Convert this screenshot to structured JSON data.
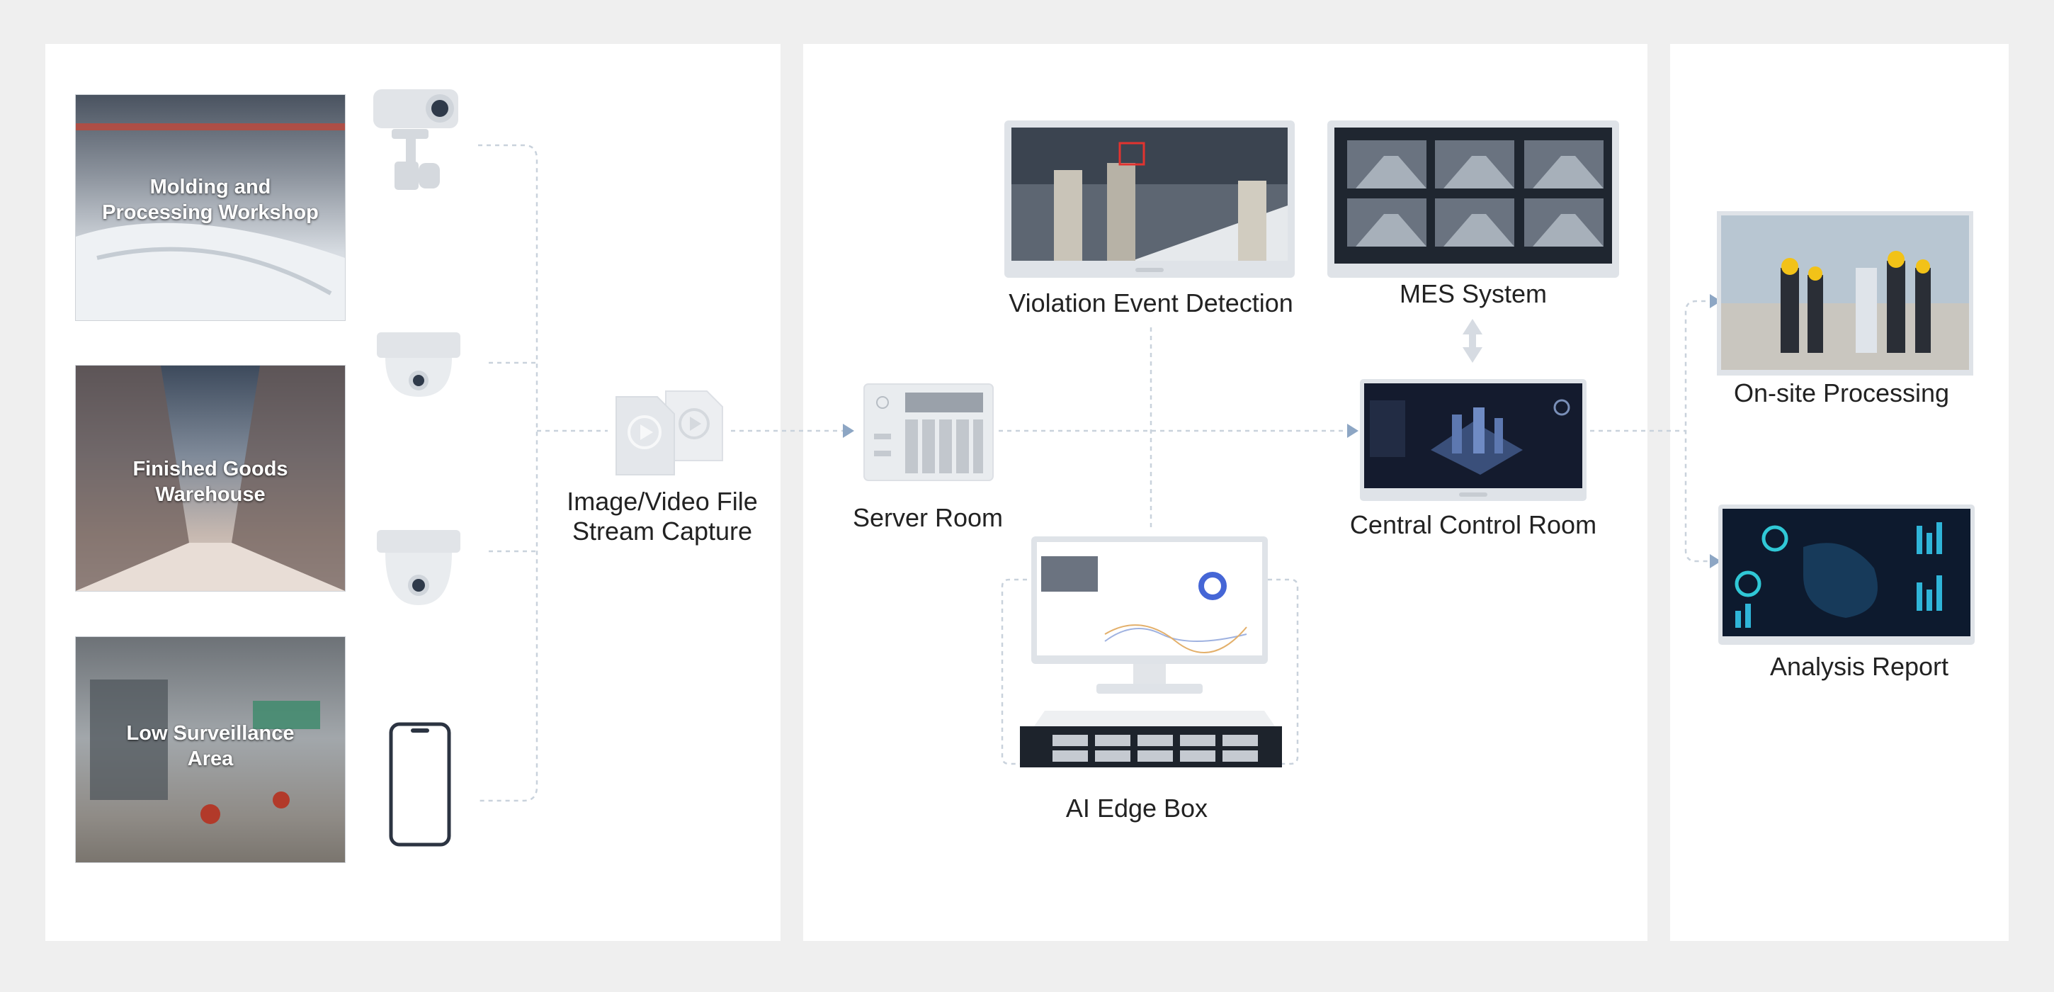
{
  "sources": [
    {
      "id": "molding",
      "label": "Molding and\nProcessing Workshop"
    },
    {
      "id": "warehouse",
      "label": "Finished Goods\nWarehouse"
    },
    {
      "id": "low",
      "label": "Low Surveillance\nArea"
    }
  ],
  "nodes": {
    "capture": "Image/Video File\nStream Capture",
    "server": "Server Room",
    "violation": "Violation Event Detection",
    "mes": "MES System",
    "central": "Central Control Room",
    "edge": "AI Edge Box",
    "onsite": "On-site Processing",
    "report": "Analysis Report"
  },
  "colors": {
    "background": "#efefef",
    "panel": "#ffffff",
    "connector": "#c9d2dc",
    "arrow": "#8da6c4",
    "device": "#dde0e5",
    "screen": "#1a2333"
  }
}
